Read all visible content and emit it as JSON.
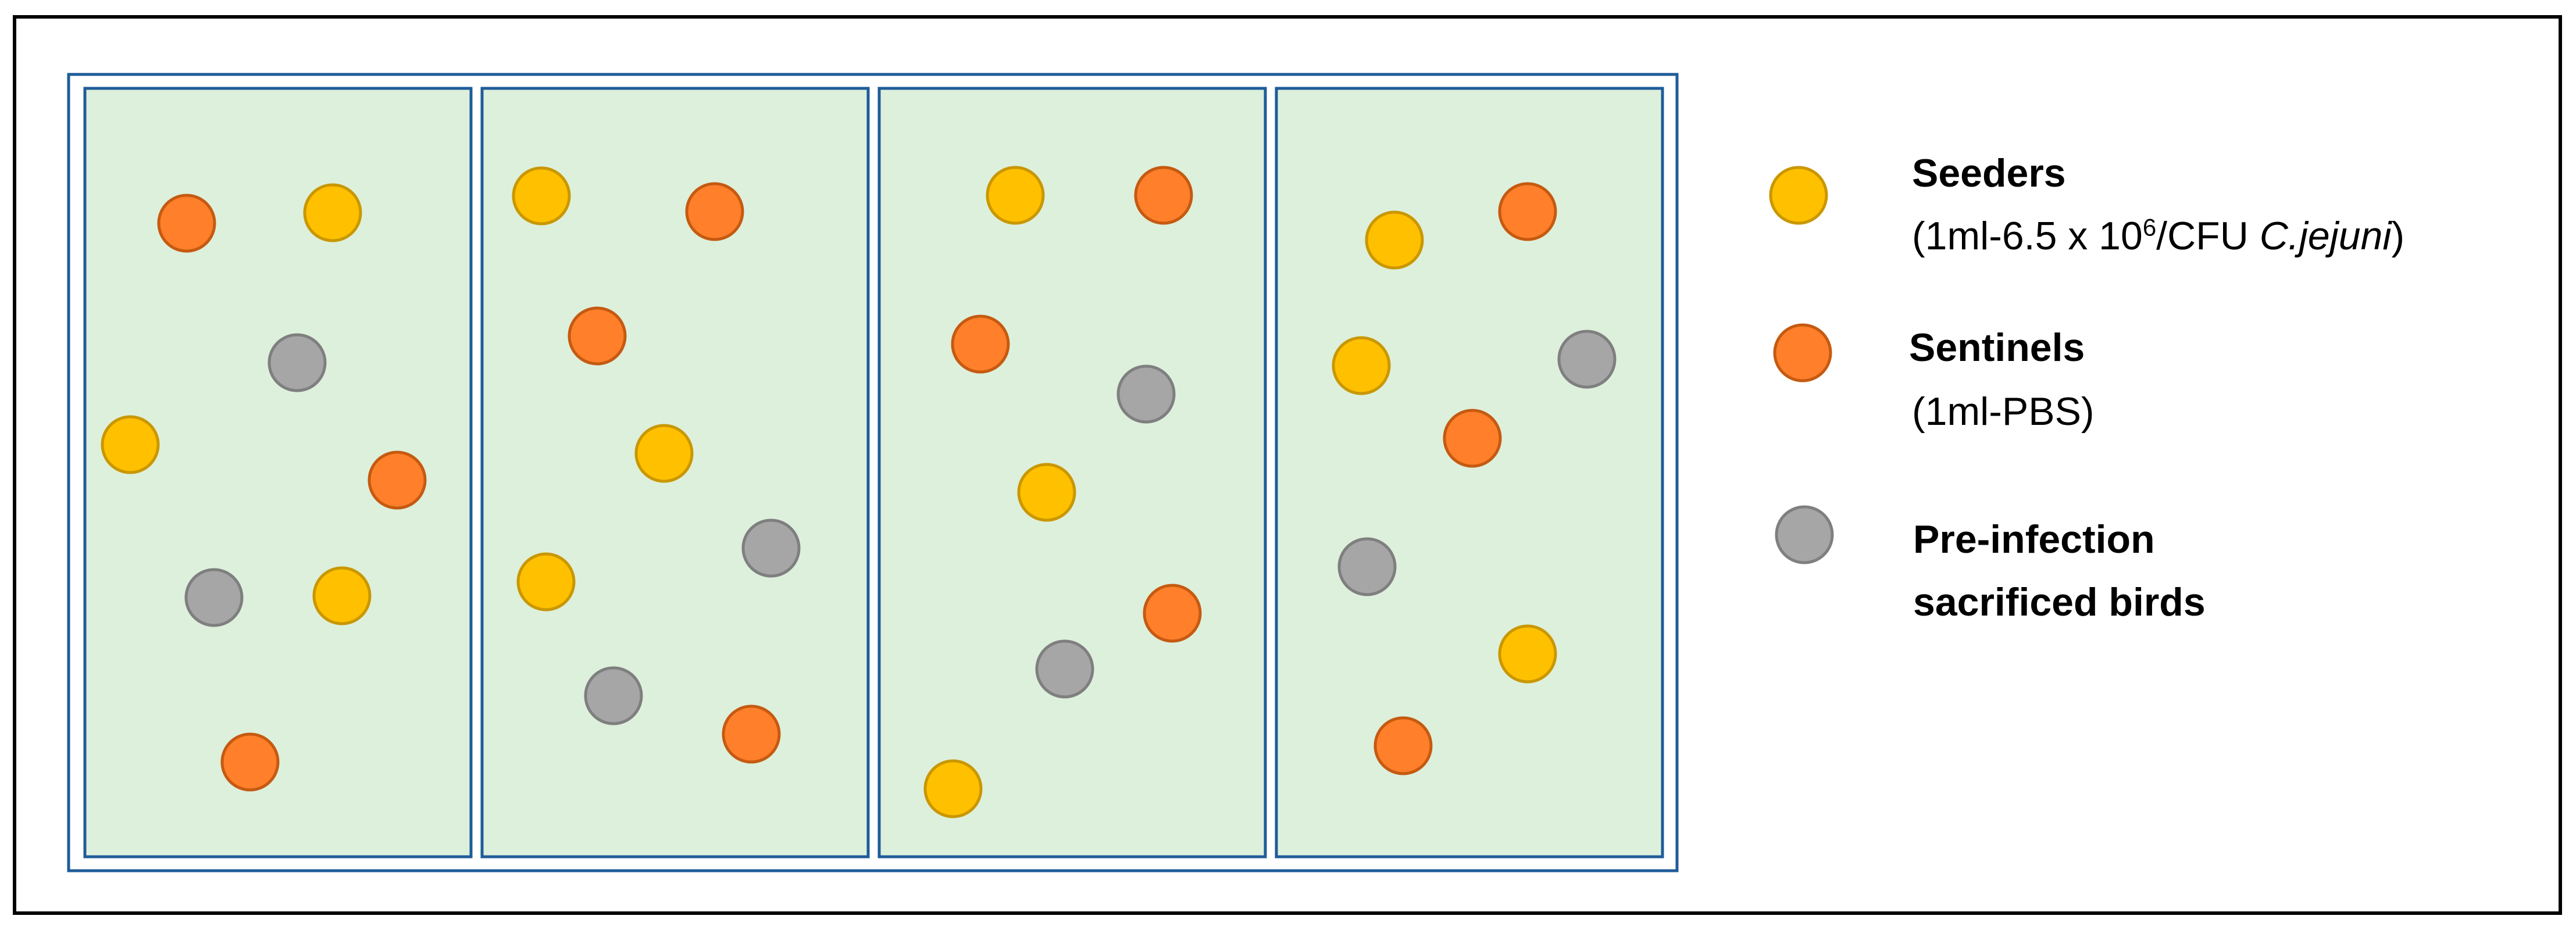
{
  "colors": {
    "seeder": "#FFC000",
    "seeder_stroke": "#C99700",
    "sentinel": "#FF7F2A",
    "sentinel_stroke": "#C55A11",
    "pre_infection": "#A6A6A6",
    "pre_infection_stroke": "#7F7F7F",
    "pen_fill": "#DDF0DC",
    "pen_border": "#1F5C99"
  },
  "legend": {
    "seeders": {
      "label": "Seeders",
      "detail_part1": "(1ml-6.5 x 10",
      "detail_sup": "6",
      "detail_part2": "/CFU ",
      "detail_italic": "C.jejuni",
      "detail_part3": ")",
      "icon": "yellow-circle"
    },
    "sentinels": {
      "label": "Sentinels",
      "detail": "(1ml-PBS)",
      "icon": "orange-circle"
    },
    "pre_infection": {
      "label_line1": "Pre-infection",
      "label_line2": "sacrificed birds",
      "icon": "gray-circle"
    }
  }
}
